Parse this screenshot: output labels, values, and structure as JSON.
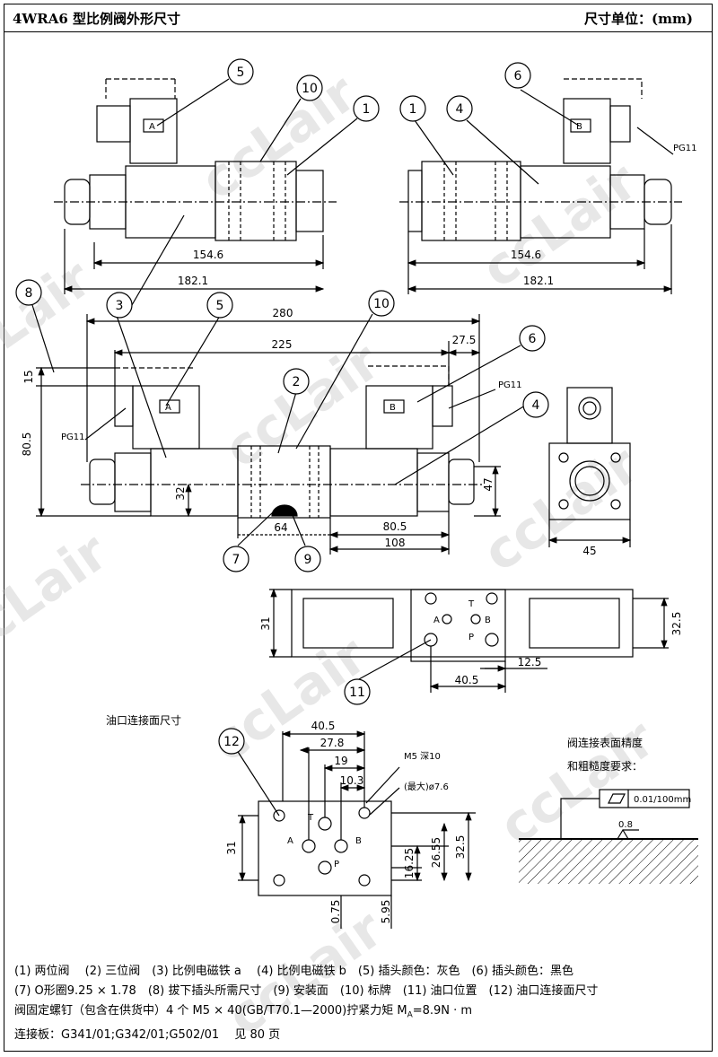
{
  "header": {
    "title": "4WRA6 型比例阀外形尺寸",
    "unit": "尺寸单位：(mm)"
  },
  "watermark": "ccLair",
  "balloons": [
    "1",
    "2",
    "3",
    "4",
    "5",
    "6",
    "7",
    "8",
    "9",
    "10",
    "11",
    "12"
  ],
  "dims": {
    "d154_6": "154.6",
    "d182_1": "182.1",
    "d280": "280",
    "d225": "225",
    "d27_5": "27.5",
    "d15": "15",
    "d80_5": "80.5",
    "d32": "32",
    "d47": "47",
    "d64": "64",
    "d108": "108",
    "d45": "45",
    "d31": "31",
    "d32_5": "32.5",
    "d12_5": "12.5",
    "d40_5": "40.5",
    "d27_8": "27.8",
    "d19": "19",
    "d10_3": "10.3",
    "d16_25": "16.25",
    "d26_55": "26.55",
    "d0_75": "0.75",
    "d5_95": "5.95",
    "d0_8": "0.8"
  },
  "labels": {
    "pg11": "PG11",
    "coilA": "A",
    "coilB": "B",
    "portA": "A",
    "portB": "B",
    "portP": "P",
    "portT": "T",
    "m5": "M5 深10",
    "max": "(最大)ø7.6",
    "flatness": "0.01/100mm",
    "face_title": "油口连接面尺寸",
    "surface_1": "阀连接表面精度",
    "surface_2": "和粗糙度要求："
  },
  "notes": {
    "line1": "(1) 两位阀　 (2) 三位阀　(3) 比例电磁铁 a　 (4) 比例电磁铁 b　(5) 插头颜色：灰色　(6) 插头颜色：黑色",
    "line2": "(7) O形圈9.25 × 1.78　(8) 拔下插头所需尺寸　(9) 安装面　(10) 标牌　(11) 油口位置　(12) 油口连接面尺寸",
    "line3": "阀固定螺钉（包含在供货中）4 个 M5 × 40(GB/T70.1—2000)拧紧力矩 M",
    "line3_sub": "A",
    "line3_end": "=8.9N · m",
    "line4": "连接板：G341/01;G342/01;G502/01　 见 80 页"
  }
}
